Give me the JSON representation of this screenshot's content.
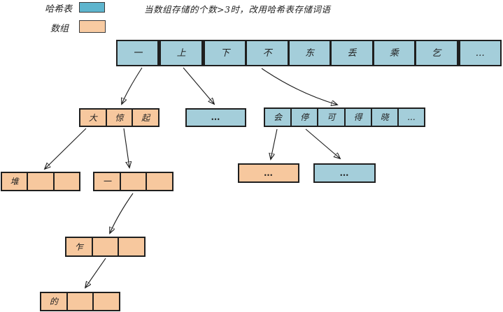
{
  "legend": {
    "hash_label": "哈希表",
    "array_label": "数组"
  },
  "note": "当数组存储的个数>3时，改用哈希表存储词语",
  "colors": {
    "hash_fill": "#a4ceda",
    "array_fill": "#f7c89e",
    "legend_hash_fill": "#5eb5ce",
    "legend_array_fill": "#f8cba2",
    "border": "#1f1f1f"
  },
  "nodes": {
    "root": {
      "type": "hash",
      "cells": [
        "一",
        "上",
        "下",
        "不",
        "东",
        "丢",
        "乘",
        "乞",
        "…"
      ]
    },
    "da_jing_qi": {
      "type": "array",
      "cells": [
        "大",
        "惊",
        "起"
      ]
    },
    "hash_dots_l2": {
      "type": "hash",
      "cells": [
        "…"
      ]
    },
    "hui_ting_ke_de_xiao": {
      "type": "hash",
      "cells": [
        "会",
        "停",
        "可",
        "得",
        "晓",
        "..."
      ]
    },
    "dui": {
      "type": "array",
      "cells": [
        "堆",
        "",
        ""
      ]
    },
    "yi": {
      "type": "array",
      "cells": [
        "一",
        "",
        ""
      ]
    },
    "array_dots_l3": {
      "type": "array",
      "cells": [
        "…"
      ]
    },
    "hash_dots_l3": {
      "type": "hash",
      "cells": [
        "…"
      ]
    },
    "zha": {
      "type": "array",
      "cells": [
        "乍",
        "",
        ""
      ]
    },
    "de": {
      "type": "array",
      "cells": [
        "的",
        "",
        ""
      ]
    }
  },
  "edges": [
    "root:一 -> da_jing_qi",
    "root:上 -> hash_dots_l2",
    "root:不 -> hui_ting_ke_de_xiao",
    "da_jing_qi:大 -> dui",
    "da_jing_qi:惊 -> yi",
    "hui_ting_ke_de_xiao:会 -> array_dots_l3",
    "hui_ting_ke_de_xiao:停 -> hash_dots_l3",
    "yi -> zha",
    "zha -> de"
  ]
}
